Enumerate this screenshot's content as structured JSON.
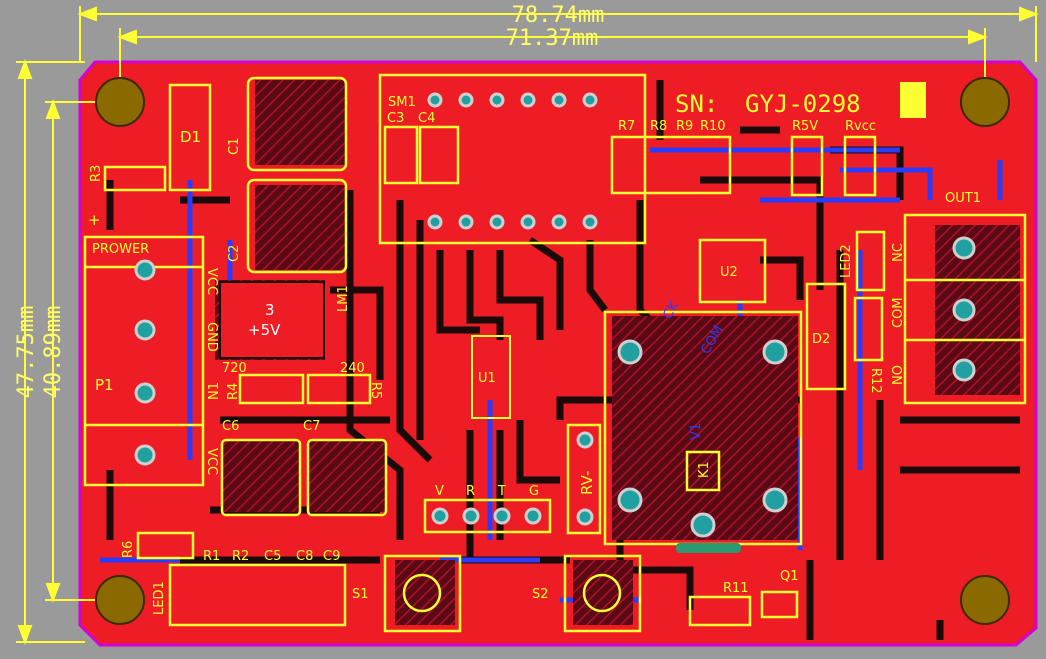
{
  "dimensions": {
    "outer_width": "78.74mm",
    "inner_width": "71.37mm",
    "outer_height": "47.75mm",
    "inner_height": "40.89mm"
  },
  "serial": {
    "label": "SN:",
    "value": "GYJ-0298"
  },
  "labels": {
    "D1": "D1",
    "C1": "C1",
    "C2": "C2",
    "R3": "R3",
    "plus": "+",
    "prower": "PROWER",
    "vcc_top": "VCC",
    "gnd": "GND",
    "p1": "P1",
    "vcc_bottom": "VCC",
    "reg_num": "3",
    "reg_volt": "+5V",
    "lm1": "LM1",
    "sm1": "SM1",
    "c3": "C3",
    "c4": "C4",
    "r7": "R7",
    "r8": "R8",
    "r9": "R9",
    "r10": "R10",
    "r5v": "R5V",
    "rvcc": "Rvcc",
    "u2": "U2",
    "u1": "U1",
    "n1": "N1",
    "r4": "R4",
    "v720": "720",
    "v240": "240",
    "r5": "R5",
    "c6": "C6",
    "c7": "C7",
    "v": "V",
    "r": "R",
    "t": "T",
    "g": "G",
    "rv": "RV-",
    "out1": "OUT1",
    "nc": "NC",
    "com": "COM",
    "no": "NO",
    "led2": "LED2",
    "d2": "D2",
    "r12": "R12",
    "k1": "K1",
    "relay_ck": "CK",
    "relay_com": "COM",
    "relay_v1": "V1",
    "r6": "R6",
    "led1": "LED1",
    "r1": "R1",
    "r2": "R2",
    "c5": "C5",
    "c8": "C8",
    "c9": "C9",
    "s1": "S1",
    "s2": "S2",
    "r11": "R11",
    "q1": "Q1"
  },
  "colors": {
    "background": "#9a9a9a",
    "board": "#ee1c24",
    "dark_trace": "#1a0a0a",
    "silkscreen": "#ffff33",
    "blue_trace": "#2a3dff",
    "outline": "#d400d4",
    "pad_gold": "#8a6a00",
    "pad_teal": "#20a0a0"
  }
}
